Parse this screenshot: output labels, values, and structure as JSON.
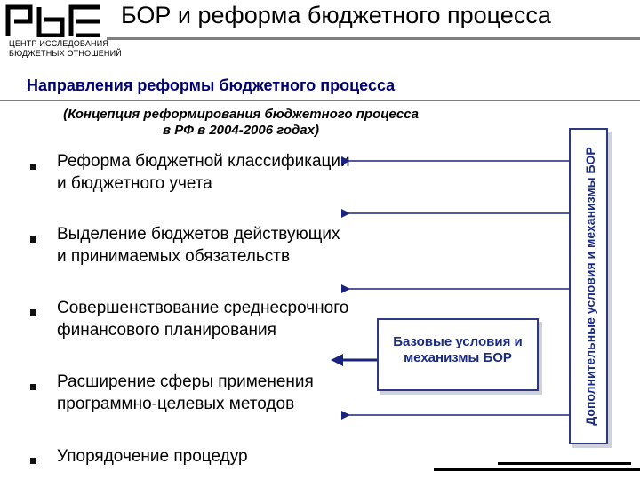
{
  "logo": {
    "org_lines": [
      "ЦЕНТР ИССЛЕДОВАНИЯ",
      "БЮДЖЕТНЫХ ОТНОШЕНИЙ"
    ]
  },
  "slide": {
    "title": "БОР и реформа бюджетного процесса",
    "section_heading": "Направления реформы бюджетного процесса",
    "concept_note": "(Концепция реформирования бюджетного процесса в РФ в 2004-2006 годах)"
  },
  "reform_items": [
    "Реформа бюджетной классификации и бюджетного учета",
    "Выделение бюджетов действующих и принимаемых обязательств",
    "Совершенствование среднесрочного финансового планирования",
    "Расширение сферы применения программно-целевых методов",
    "Упорядочение процедур"
  ],
  "center_box": {
    "label": "Базовые условия и механизмы БОР"
  },
  "side_box": {
    "label": "Дополнительные условия и механизмы БОР"
  },
  "colors": {
    "heading": "#00006e",
    "box_border": "#2d3a82",
    "arrow": "#1a237e",
    "rule": "#7f7f7f"
  }
}
